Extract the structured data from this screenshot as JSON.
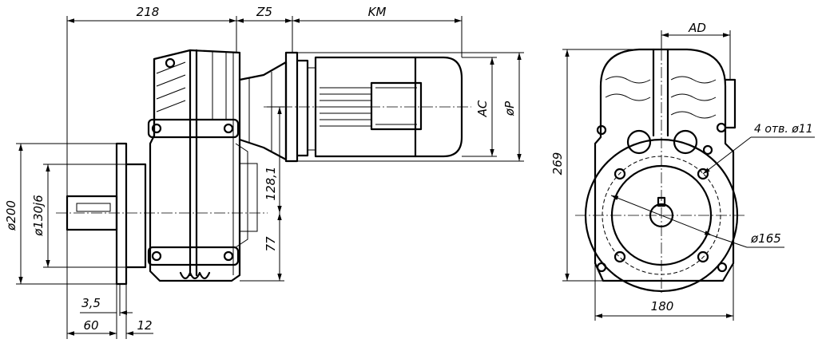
{
  "dimensions": {
    "overall_length": "218",
    "adapter_length": "Z5",
    "motor_length": "KM",
    "shaft_height_upper": "128,1",
    "shaft_height_lower": "77",
    "flange_offset": "3,5",
    "shaft_length": "60",
    "flange_thickness": "12",
    "flange_outer_diameter": "ø200",
    "spigot_diameter": "ø130j6",
    "motor_width": "AC",
    "motor_flange_diameter": "øP",
    "axis_offset": "AD",
    "overall_height": "269",
    "holes_note": "4 отв. ø11",
    "bolt_circle_diameter": "ø165",
    "flange_width": "180"
  }
}
